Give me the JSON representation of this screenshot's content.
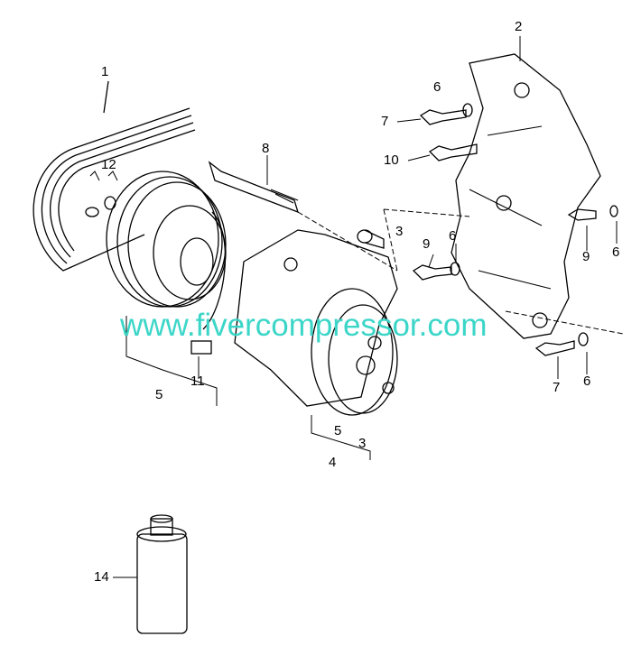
{
  "watermark": "www.fivercompressor.com",
  "colors": {
    "watermark": "#3cd6c8",
    "line": "#000000"
  },
  "callouts": [
    {
      "id": "belt",
      "text": "1"
    },
    {
      "id": "bracket",
      "text": "2"
    },
    {
      "id": "washer-top",
      "text": "6"
    },
    {
      "id": "bolt-top",
      "text": "7"
    },
    {
      "id": "bolt-10",
      "text": "10"
    },
    {
      "id": "long-bolt",
      "text": "8"
    },
    {
      "id": "nut-washer",
      "text": "12"
    },
    {
      "id": "sleeve",
      "text": "3"
    },
    {
      "id": "bolt-mid",
      "text": "9"
    },
    {
      "id": "washer-mid",
      "text": "6"
    },
    {
      "id": "bolt-right",
      "text": "9"
    },
    {
      "id": "washer-right",
      "text": "6"
    },
    {
      "id": "clutch",
      "text": "5"
    },
    {
      "id": "connector",
      "text": "11"
    },
    {
      "id": "compressor-5",
      "text": "5"
    },
    {
      "id": "compressor-3",
      "text": "3"
    },
    {
      "id": "compressor",
      "text": "4"
    },
    {
      "id": "bolt-bottom",
      "text": "7"
    },
    {
      "id": "washer-bottom",
      "text": "6"
    },
    {
      "id": "oil-can",
      "text": "14"
    }
  ]
}
